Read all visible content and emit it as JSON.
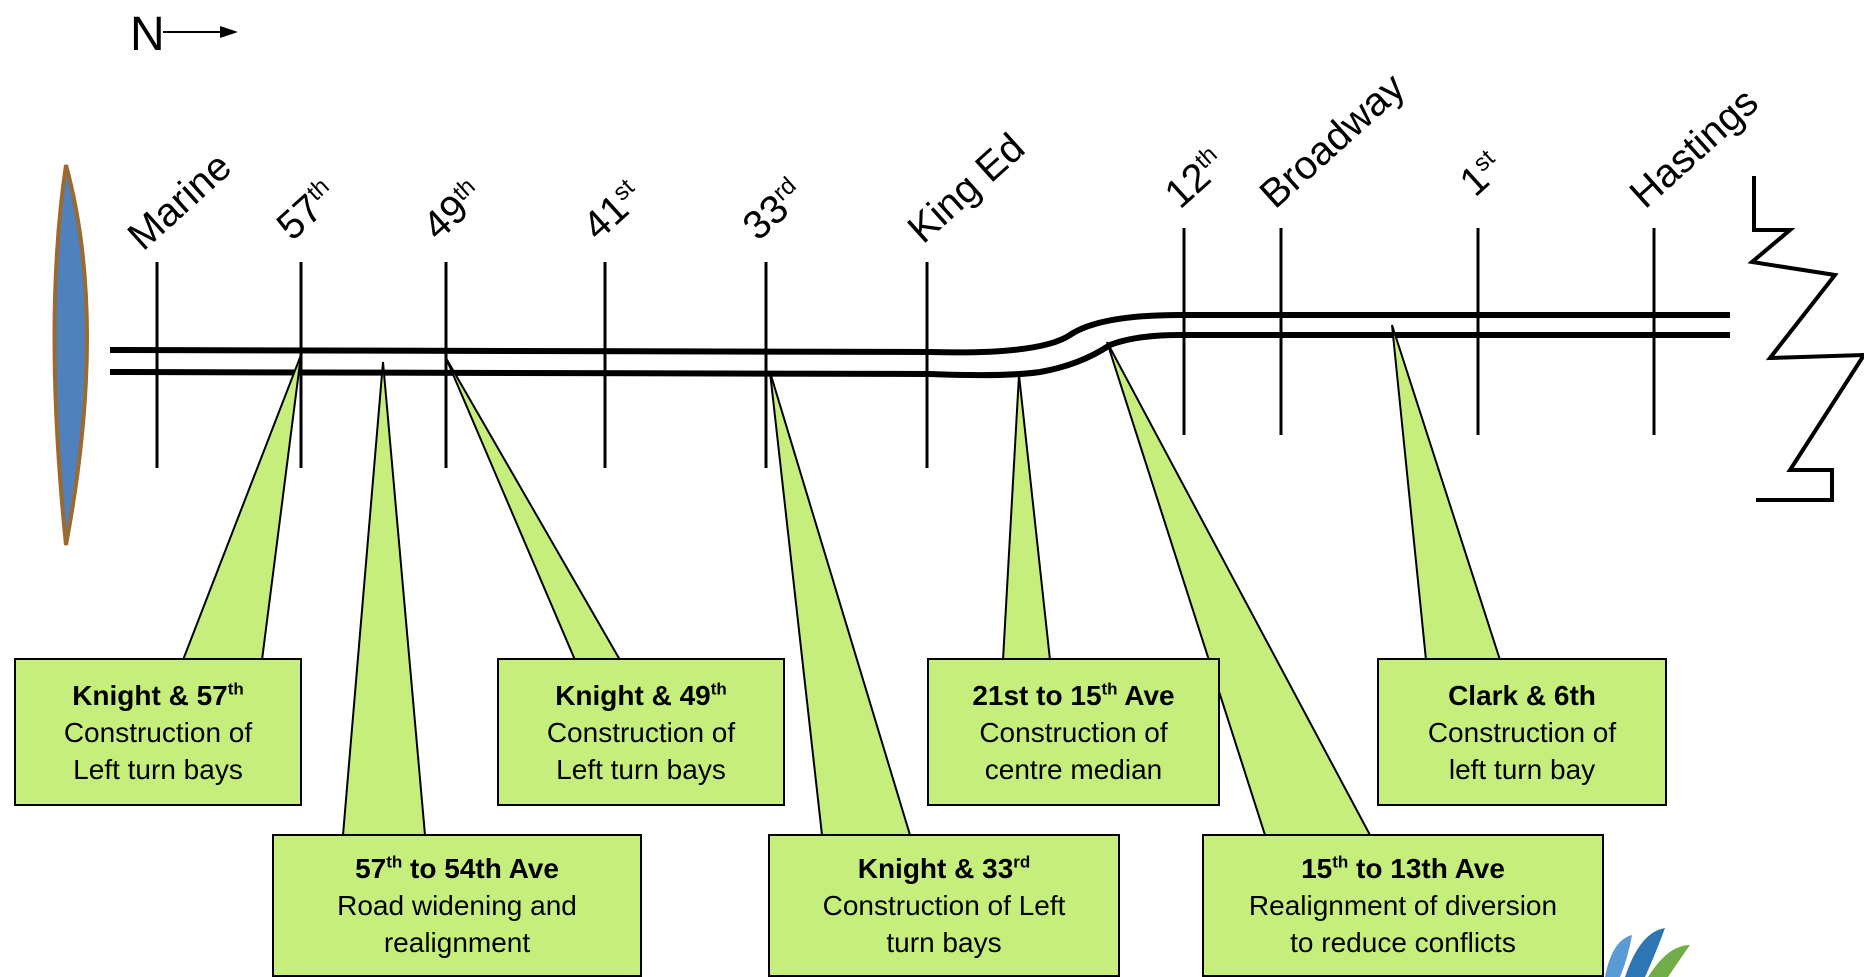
{
  "compass": {
    "label": "N"
  },
  "streets": [
    {
      "name": "Marine",
      "sup": ""
    },
    {
      "name": "57",
      "sup": "th"
    },
    {
      "name": "49",
      "sup": "th"
    },
    {
      "name": "41",
      "sup": "st"
    },
    {
      "name": "33",
      "sup": "rd"
    },
    {
      "name": "King Ed",
      "sup": ""
    },
    {
      "name": "12",
      "sup": "th"
    },
    {
      "name": "Broadway",
      "sup": ""
    },
    {
      "name": "1",
      "sup": "st"
    },
    {
      "name": "Hastings",
      "sup": ""
    }
  ],
  "callouts": [
    {
      "title_pre": "Knight & 57",
      "title_sup": "th",
      "title_post": "",
      "desc": "Construction of\nLeft turn bays"
    },
    {
      "title_pre": "57",
      "title_sup": "th",
      "title_post": " to 54th Ave",
      "desc": "Road widening and\nrealignment"
    },
    {
      "title_pre": "Knight & 49",
      "title_sup": "th",
      "title_post": "",
      "desc": "Construction of\nLeft turn bays"
    },
    {
      "title_pre": "Knight & 33",
      "title_sup": "rd",
      "title_post": "",
      "desc": "Construction of Left\nturn bays"
    },
    {
      "title_pre": "21st to 15",
      "title_sup": "th",
      "title_post": " Ave",
      "desc": "Construction of\ncentre median"
    },
    {
      "title_pre": "15",
      "title_sup": "th",
      "title_post": " to 13th Ave",
      "desc": "Realignment of diversion\nto reduce conflicts"
    },
    {
      "title_pre": "Clark & 6th",
      "title_sup": "",
      "title_post": "",
      "desc": "Construction of\nleft turn bay"
    }
  ],
  "colors": {
    "callout_fill": "#c6ee7c",
    "water": "#4f81bd",
    "shore": "#9c6a2e",
    "line": "#000000"
  }
}
